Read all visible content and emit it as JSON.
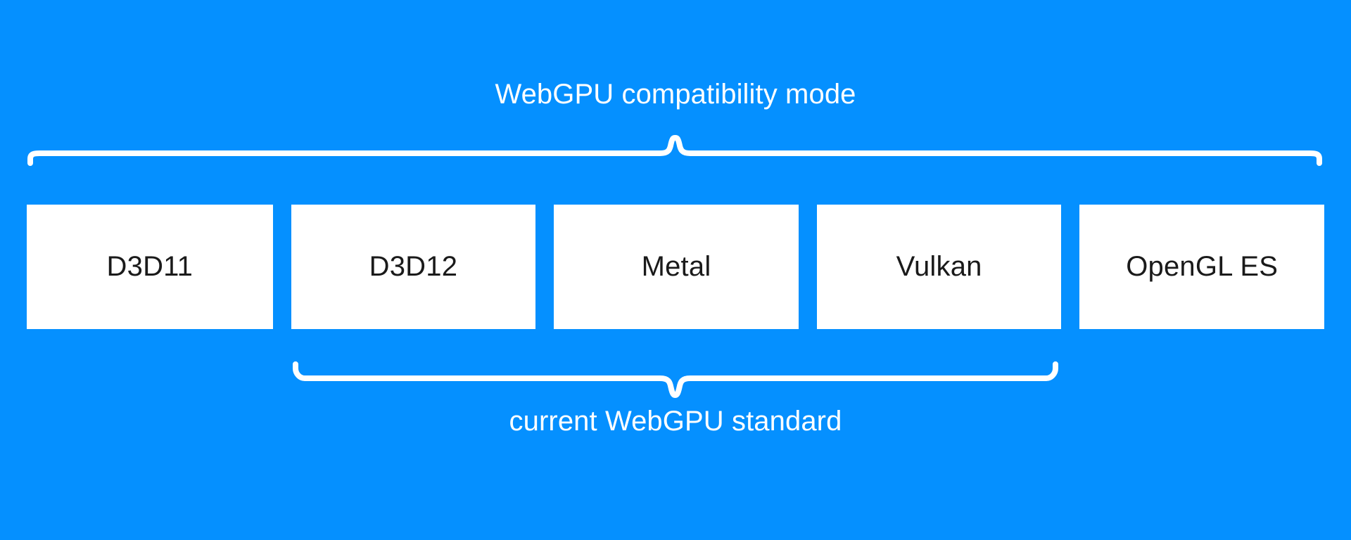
{
  "diagram": {
    "title": "WebGPU compatibility mode",
    "background_color": "#0590ff",
    "box_fill_color": "#ffffff",
    "box_text_color": "#1a1a1a",
    "brace_color": "#ffffff",
    "top_group": {
      "label": "WebGPU compatibility mode",
      "brace_direction": "up",
      "covers": [
        "D3D11",
        "D3D12",
        "Metal",
        "Vulkan",
        "OpenGL ES"
      ]
    },
    "bottom_group": {
      "label": "current WebGPU standard",
      "brace_direction": "down",
      "covers": [
        "D3D12",
        "Metal",
        "Vulkan"
      ]
    },
    "boxes": [
      {
        "label": "D3D11",
        "size": "small"
      },
      {
        "label": "D3D12",
        "size": "wide"
      },
      {
        "label": "Metal",
        "size": "wide"
      },
      {
        "label": "Vulkan",
        "size": "wide"
      },
      {
        "label": "OpenGL ES",
        "size": "wide"
      }
    ]
  }
}
